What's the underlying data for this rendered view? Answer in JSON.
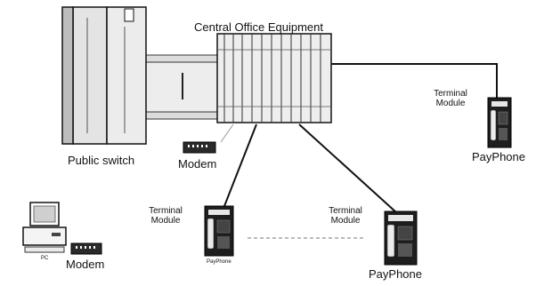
{
  "title": "Central Office Equipment",
  "public_switch": {
    "label": "Public switch"
  },
  "modem_office": {
    "label": "Modem"
  },
  "pc": {
    "label": "PC"
  },
  "modem_user": {
    "label": "Modem"
  },
  "terminals": [
    {
      "line1": "Terminal",
      "line2": "Module",
      "phone_label": "PayPhone"
    },
    {
      "line1": "Terminal",
      "line2": "Module",
      "phone_label": "PayPhone"
    },
    {
      "line1": "Terminal",
      "line2": "Module",
      "phone_label": "PayPhone"
    }
  ],
  "colors": {
    "ink": "#111111",
    "gray": "#d9d9d9",
    "mid": "#9a9a9a",
    "dark": "#2a2a2a"
  }
}
